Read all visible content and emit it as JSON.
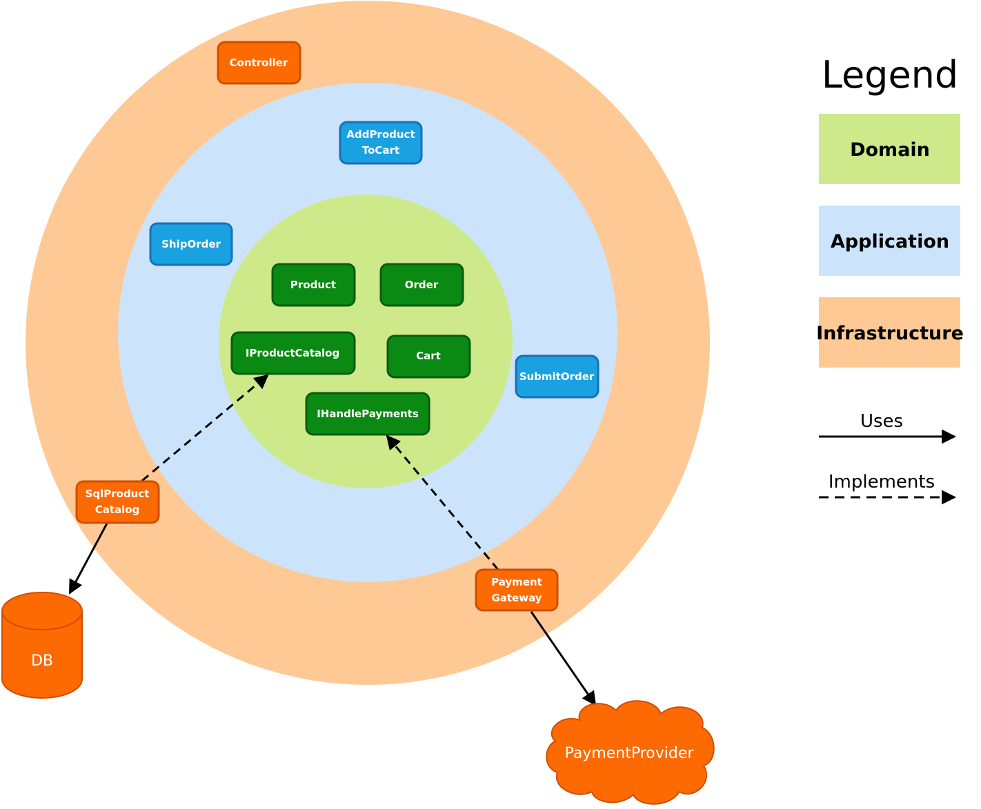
{
  "colors": {
    "domain_fill": "#cde98a",
    "application_fill": "#cce4fb",
    "infrastructure_fill": "#fec995",
    "domain_box": "#0b8a13",
    "domain_box_border": "#0a5c0d",
    "application_box": "#1aa1e1",
    "application_box_border": "#1671b7",
    "infrastructure_box": "#fd6a02",
    "infrastructure_box_border": "#d04e02"
  },
  "domain_boxes": [
    {
      "id": "product",
      "label": "Product"
    },
    {
      "id": "order",
      "label": "Order"
    },
    {
      "id": "iproductcatalog",
      "label": "IProductCatalog"
    },
    {
      "id": "cart",
      "label": "Cart"
    },
    {
      "id": "ihandlepayments",
      "label": "IHandlePayments"
    }
  ],
  "application_boxes": [
    {
      "id": "addproducttocart",
      "lines": [
        "AddProduct",
        "ToCart"
      ]
    },
    {
      "id": "shiporder",
      "lines": [
        "ShipOrder"
      ]
    },
    {
      "id": "submitorder",
      "lines": [
        "SubmitOrder"
      ]
    }
  ],
  "infrastructure_boxes": [
    {
      "id": "controller",
      "lines": [
        "Controller"
      ]
    },
    {
      "id": "sqlproductcatalog",
      "lines": [
        "SqlProduct",
        "Catalog"
      ]
    },
    {
      "id": "paymentgateway",
      "lines": [
        "Payment",
        "Gateway"
      ]
    }
  ],
  "external": {
    "db": "DB",
    "payment_provider": "PaymentProvider"
  },
  "legend": {
    "title": "Legend",
    "domain": "Domain",
    "application": "Application",
    "infrastructure": "Infrastructure",
    "uses": "Uses",
    "implements": "Implements"
  },
  "connections": [
    {
      "from": "sqlproductcatalog",
      "to": "iproductcatalog",
      "kind": "implements"
    },
    {
      "from": "paymentgateway",
      "to": "ihandlepayments",
      "kind": "implements"
    },
    {
      "from": "sqlproductcatalog",
      "to": "db",
      "kind": "uses"
    },
    {
      "from": "paymentgateway",
      "to": "payment_provider",
      "kind": "uses"
    }
  ]
}
